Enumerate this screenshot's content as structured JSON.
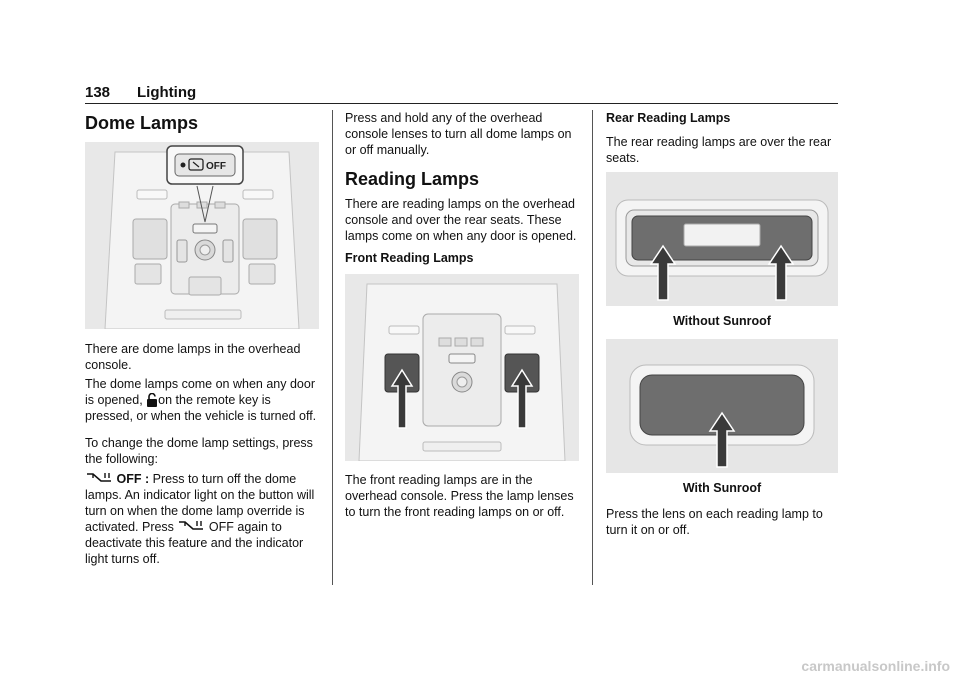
{
  "header": {
    "page_number": "138",
    "section": "Lighting"
  },
  "col1": {
    "heading": "Dome Lamps",
    "figure_button_label": "OFF",
    "p1": "There are dome lamps in the overhead console.",
    "p2a": "The dome lamps come on when any door is opened,",
    "p2b": "on the remote key is pressed, or when the vehicle is turned off.",
    "p3": "To change the dome lamp settings, press the following:",
    "p4_label": "OFF :",
    "p4a": "Press to turn off the dome lamps. An indicator light on the button will turn on when the dome lamp override is activated. Press",
    "p4b": "OFF again to deactivate this feature and the indicator light turns off."
  },
  "col2": {
    "p1": "Press and hold any of the overhead console lenses to turn all dome lamps on or off manually.",
    "heading": "Reading Lamps",
    "p2": "There are reading lamps on the overhead console and over the rear seats. These lamps come on when any door is opened.",
    "sub1": "Front Reading Lamps",
    "p3": "The front reading lamps are in the overhead console. Press the lamp lenses to turn the front reading lamps on or off."
  },
  "col3": {
    "sub1": "Rear Reading Lamps",
    "p1": "The rear reading lamps are over the rear seats.",
    "caption1": "Without Sunroof",
    "caption2": "With Sunroof",
    "p2": "Press the lens on each reading lamp to turn it on or off."
  },
  "footer": {
    "watermark": "carmanualsonline.info"
  }
}
